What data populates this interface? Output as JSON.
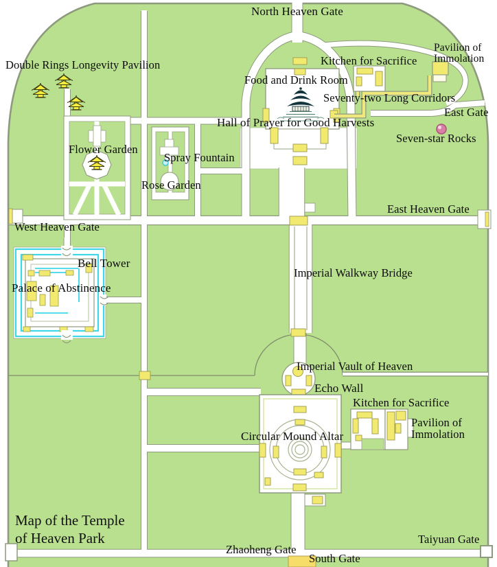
{
  "map": {
    "title": "Map of the Temple\nof Heaven Park"
  },
  "labels": {
    "north_heaven_gate": "North Heaven Gate",
    "double_rings_longevity_pavilion": "Double Rings Longevity Pavilion",
    "pavilion_of_immolation_north": "Pavilion of\nImmolation",
    "kitchen_for_sacrifice_north": "Kitchen for Sacrifice",
    "food_and_drink_room": "Food and Drink Room",
    "seventy_two_long_corridors": "Seventy-two Long Corridors",
    "east_gate": "East Gate",
    "hall_of_prayer_for_good_harvests": "Hall of Prayer for Good Harvests",
    "seven_star_rocks": "Seven-star Rocks",
    "flower_garden": "Flower Garden",
    "spray_fountain": "Spray Fountain",
    "rose_garden": "Rose Garden",
    "east_heaven_gate": "East Heaven Gate",
    "west_heaven_gate": "West Heaven Gate",
    "bell_tower": "Bell Tower",
    "imperial_walkway_bridge": "Imperial Walkway Bridge",
    "palace_of_abstinence": "Palace of Abstinence",
    "imperial_vault_of_heaven": "Imperial Vault of Heaven",
    "echo_wall": "Echo Wall",
    "kitchen_for_sacrifice_south": "Kitchen for Sacrifice",
    "circular_mound_altar": "Circular Mound Altar",
    "pavilion_of_immolation_south": "Pavilion of\nImmolation",
    "zhaoheng_gate": "Zhaoheng Gate",
    "south_gate": "South Gate",
    "taiyuan_gate": "Taiyuan Gate"
  },
  "icons": {
    "pavilion": "pavilion-icon",
    "temple": "temple-icon",
    "seven_star_rock": "seven-star-rock-icon",
    "fountain": "fountain-icon"
  },
  "colors": {
    "park_green": "#b9e08e",
    "road_white": "#ffffff",
    "outline_gray": "#8e9a7e",
    "building_yellow": "#f2e96f",
    "corridor_yellow": "#efe87c",
    "moat_cyan": "#3ed7e8",
    "rock_pink": "#db7fa4",
    "gate_yellow": "#f6dd6a",
    "text": "#0b0b0b"
  }
}
